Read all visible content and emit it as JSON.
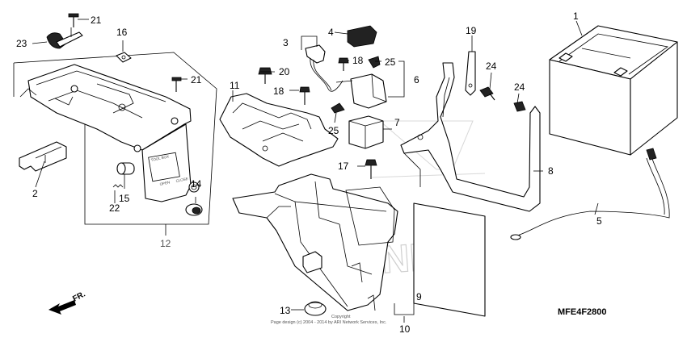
{
  "diagram": {
    "callouts": [
      "1",
      "2",
      "3",
      "4",
      "5",
      "6",
      "7",
      "8",
      "9",
      "10",
      "11",
      "12",
      "13",
      "14",
      "15",
      "16",
      "17",
      "18",
      "18",
      "19",
      "20",
      "21",
      "21",
      "22",
      "23",
      "24",
      "24",
      "25",
      "25"
    ],
    "diagram_code": "MFE4F2800",
    "direction_label": "FR.",
    "watermark": "HONDA",
    "copyright_line1": "Copyright",
    "copyright_line2": "Page design (c) 2004 - 2014 by ARI Network Services, Inc.",
    "cover_markings": {
      "tool_box": "TOOL BOX",
      "open": "OPEN",
      "close": "CLOSE"
    }
  }
}
